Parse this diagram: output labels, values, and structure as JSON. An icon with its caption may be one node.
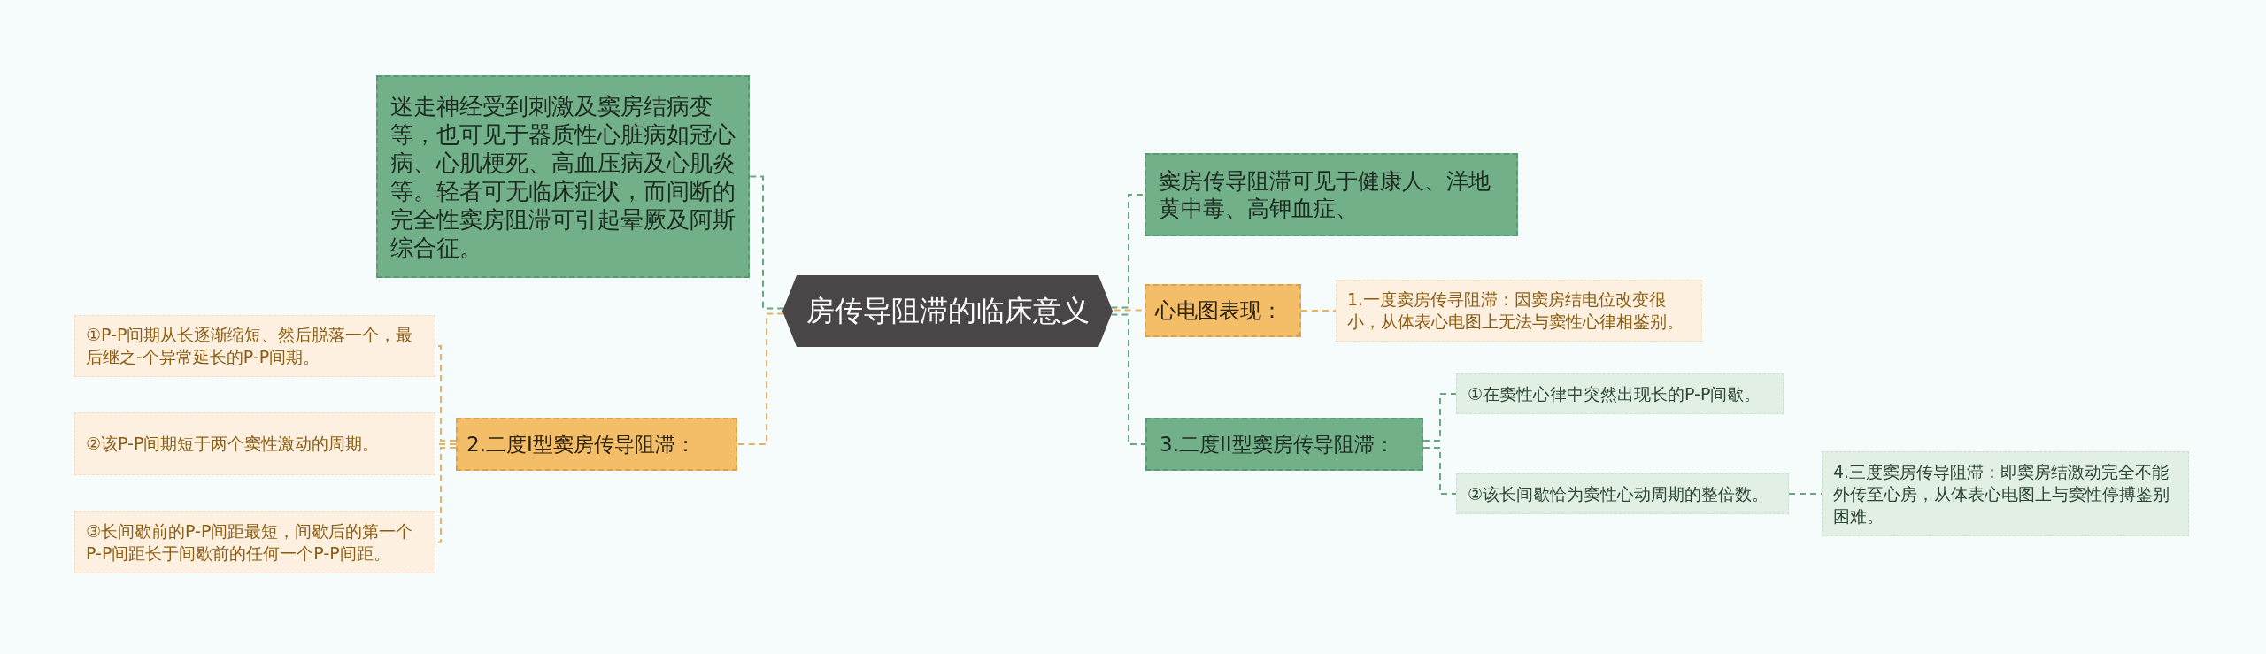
{
  "diagram": {
    "nodes": [
      {
        "text": [
          "房传导阻滞的临床意义"
        ]
      },
      {
        "text": [
          "迷走神经受到刺激及窦房结病变等，也可见于器质性心脏病如冠心病、心肌梗死、高血压病及心肌炎等。轻者可无临床症状，而间断的完全性窦房阻滞可引起晕厥及阿斯综合征。"
        ]
      },
      {
        "text": [
          "2.二度I型窦房传导阻滞："
        ]
      },
      {
        "text": [
          "①P-P间期从长逐渐缩短、然后脱落一个，最后继之-个异常延长的P-P间期。"
        ]
      },
      {
        "text": [
          "②该P-P间期短于两个窦性激动的周期。"
        ]
      },
      {
        "text": [
          "③长间歇前的P-P间距最短，间歇后的第一个P-P间距长于间歇前的任何一个P-P间距。"
        ]
      },
      {
        "text": [
          "窦房传导阻滞可见于健康人、洋地黄中毒、高钾血症、"
        ]
      },
      {
        "text": [
          "心电图表现："
        ]
      },
      {
        "text": [
          "1.一度窦房传寻阻滞：因窦房结电位改变很小，从体表心电图上无法与窦性心律相鉴别。"
        ]
      },
      {
        "text": [
          "3.二度II型窦房传导阻滞："
        ]
      },
      {
        "text": [
          "①在窦性心律中突然出现长的P-P间歇。"
        ]
      },
      {
        "text": [
          "②该长间歇恰为窦性心动周期的整倍数。"
        ]
      },
      {
        "text": [
          "4.三度窦房传导阻滞：即窦房结激动完全不能外传至心房，从体表心电图上与窦性停搏鉴别困难。"
        ]
      }
    ],
    "edges": [
      {
        "from": 0,
        "to": 1,
        "arrow": "none",
        "style": "dashed",
        "color": "#6aa780"
      },
      {
        "from": 0,
        "to": 2,
        "arrow": "none",
        "style": "dashed",
        "color": "#e5b264"
      },
      {
        "from": 2,
        "to": 3,
        "arrow": "none",
        "style": "dashed",
        "color": "#e5b264"
      },
      {
        "from": 2,
        "to": 4,
        "arrow": "none",
        "style": "dashed",
        "color": "#e5b264"
      },
      {
        "from": 2,
        "to": 5,
        "arrow": "none",
        "style": "dashed",
        "color": "#e5b264"
      },
      {
        "from": 0,
        "to": 6,
        "arrow": "none",
        "style": "dashed",
        "color": "#6aa780"
      },
      {
        "from": 0,
        "to": 7,
        "arrow": "none",
        "style": "dashed",
        "color": "#e5b264"
      },
      {
        "from": 7,
        "to": 8,
        "arrow": "none",
        "style": "dashed",
        "color": "#e5b264"
      },
      {
        "from": 0,
        "to": 9,
        "arrow": "none",
        "style": "dashed",
        "color": "#6aa780"
      },
      {
        "from": 9,
        "to": 10,
        "arrow": "none",
        "style": "dashed",
        "color": "#6aa780"
      },
      {
        "from": 9,
        "to": 11,
        "arrow": "none",
        "style": "dashed",
        "color": "#6aa780"
      },
      {
        "from": 11,
        "to": 12,
        "arrow": "none",
        "style": "dashed",
        "color": "#6aa780"
      }
    ]
  }
}
